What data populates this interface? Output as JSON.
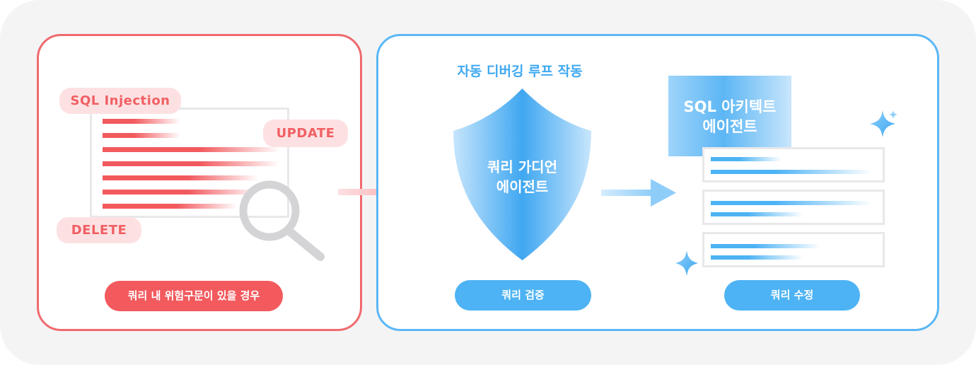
{
  "left_panel": {
    "tags": {
      "sql_injection": "SQL Injection",
      "update": "UPDATE",
      "delete": "DELETE"
    },
    "caption": "쿼리 내 위험구문이 있을 경우"
  },
  "right_panel": {
    "header": "자동 디버깅 루프 작동",
    "guardian": {
      "name_line1": "쿼리 가디언",
      "name_line2": "에이전트",
      "caption": "쿼리 검증"
    },
    "architect": {
      "name_line1": "SQL 아키텍트",
      "name_line2": "에이전트",
      "caption": "쿼리 수정"
    }
  },
  "icons": [
    "search-icon",
    "arrow-right-icon",
    "shield-icon",
    "sparkle-icon",
    "document-icon"
  ],
  "colors": {
    "danger": "#f25a5e",
    "danger_light": "#fde1e2",
    "primary_blue": "#4db3f4",
    "light_blue": "#a9dafc",
    "panel_border_red": "#f06a6e",
    "panel_border_blue": "#5bb7f5"
  }
}
